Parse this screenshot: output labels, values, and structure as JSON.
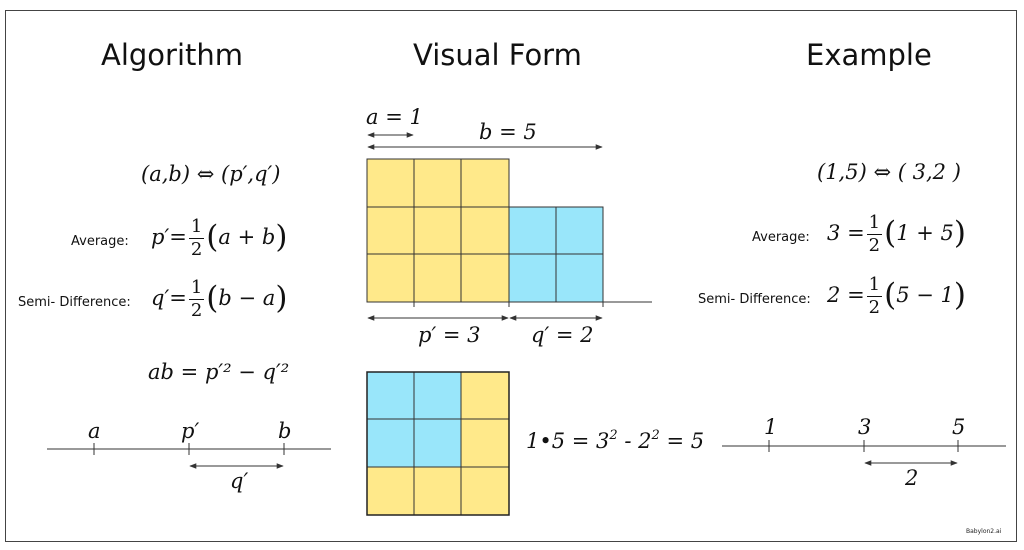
{
  "headings": {
    "algorithm": "Algorithm",
    "visual": "Visual Form",
    "example": "Example"
  },
  "algorithm": {
    "relation_left": "(a,b)",
    "relation_arrow": "⇔",
    "relation_right": "(p′,q′)",
    "average_label": "Average:",
    "average_var": "p′",
    "average_inner": "a + b",
    "semi_label": "Semi- Difference:",
    "semi_var": "q′",
    "semi_inner": "b − a",
    "half_num": "1",
    "half_den": "2",
    "product_lhs": "ab",
    "product_rhs": "p′² − q′²",
    "line_labels": [
      "a",
      "p′",
      "b"
    ],
    "line_span_label": "q′"
  },
  "visual": {
    "a_label": "a = 1",
    "b_label": "b = 5",
    "p_label": "p′ = 3",
    "q_label": "q′ = 2",
    "equation": {
      "lhs": "1•5 = 3",
      "exp1": "2",
      "mid": " - 2",
      "exp2": "2",
      "rhs": " = 5"
    }
  },
  "example": {
    "relation_left": "(1,5)",
    "relation_arrow": "⇔",
    "relation_right": "( 3,2 )",
    "average_label": "Average:",
    "average_lhs": "3",
    "average_inner": "1 + 5",
    "semi_label": "Semi- Difference:",
    "semi_lhs": "2",
    "semi_inner": "5 − 1",
    "half_num": "1",
    "half_den": "2",
    "line_labels": [
      "1",
      "3",
      "5"
    ],
    "line_span_label": "2"
  },
  "colors": {
    "yellow": "#FFE98A",
    "cyan": "#99E6FA",
    "grid": "#333333"
  },
  "credit": "Babylon2.ai"
}
